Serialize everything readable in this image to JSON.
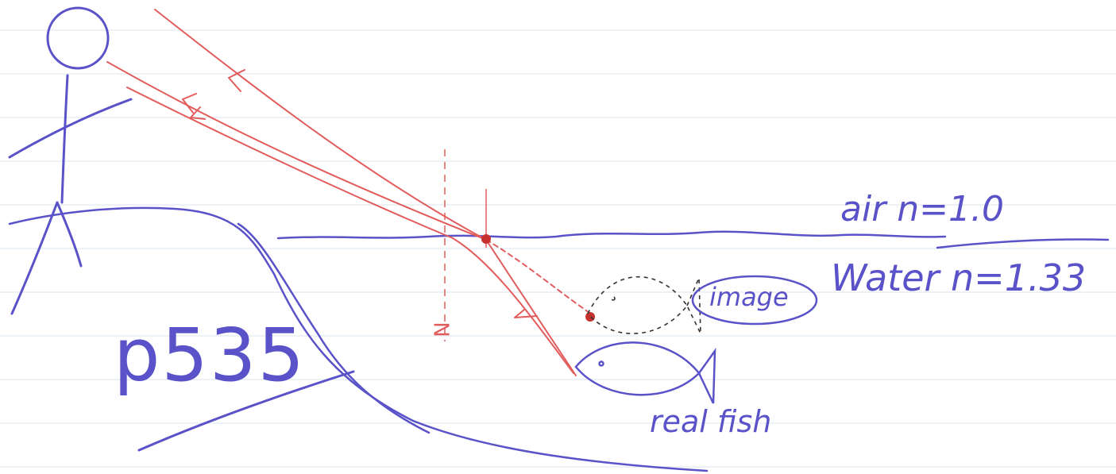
{
  "labels": {
    "air": "air n=1.0",
    "water": "Water n=1.33",
    "image": "image",
    "real_fish": "real fish",
    "page": "p535",
    "normal": "N"
  },
  "colors": {
    "paper": "#ffffff",
    "rule_line": "#d9e4ec",
    "pen_blue": "#5a52c8",
    "pen_red": "#e25c5c",
    "dot_red": "#c8322e",
    "dash_black": "#333333"
  },
  "icons": {
    "observer": "stick-figure-icon",
    "fish": "fish-icon",
    "image_fish": "dashed-fish-icon"
  }
}
